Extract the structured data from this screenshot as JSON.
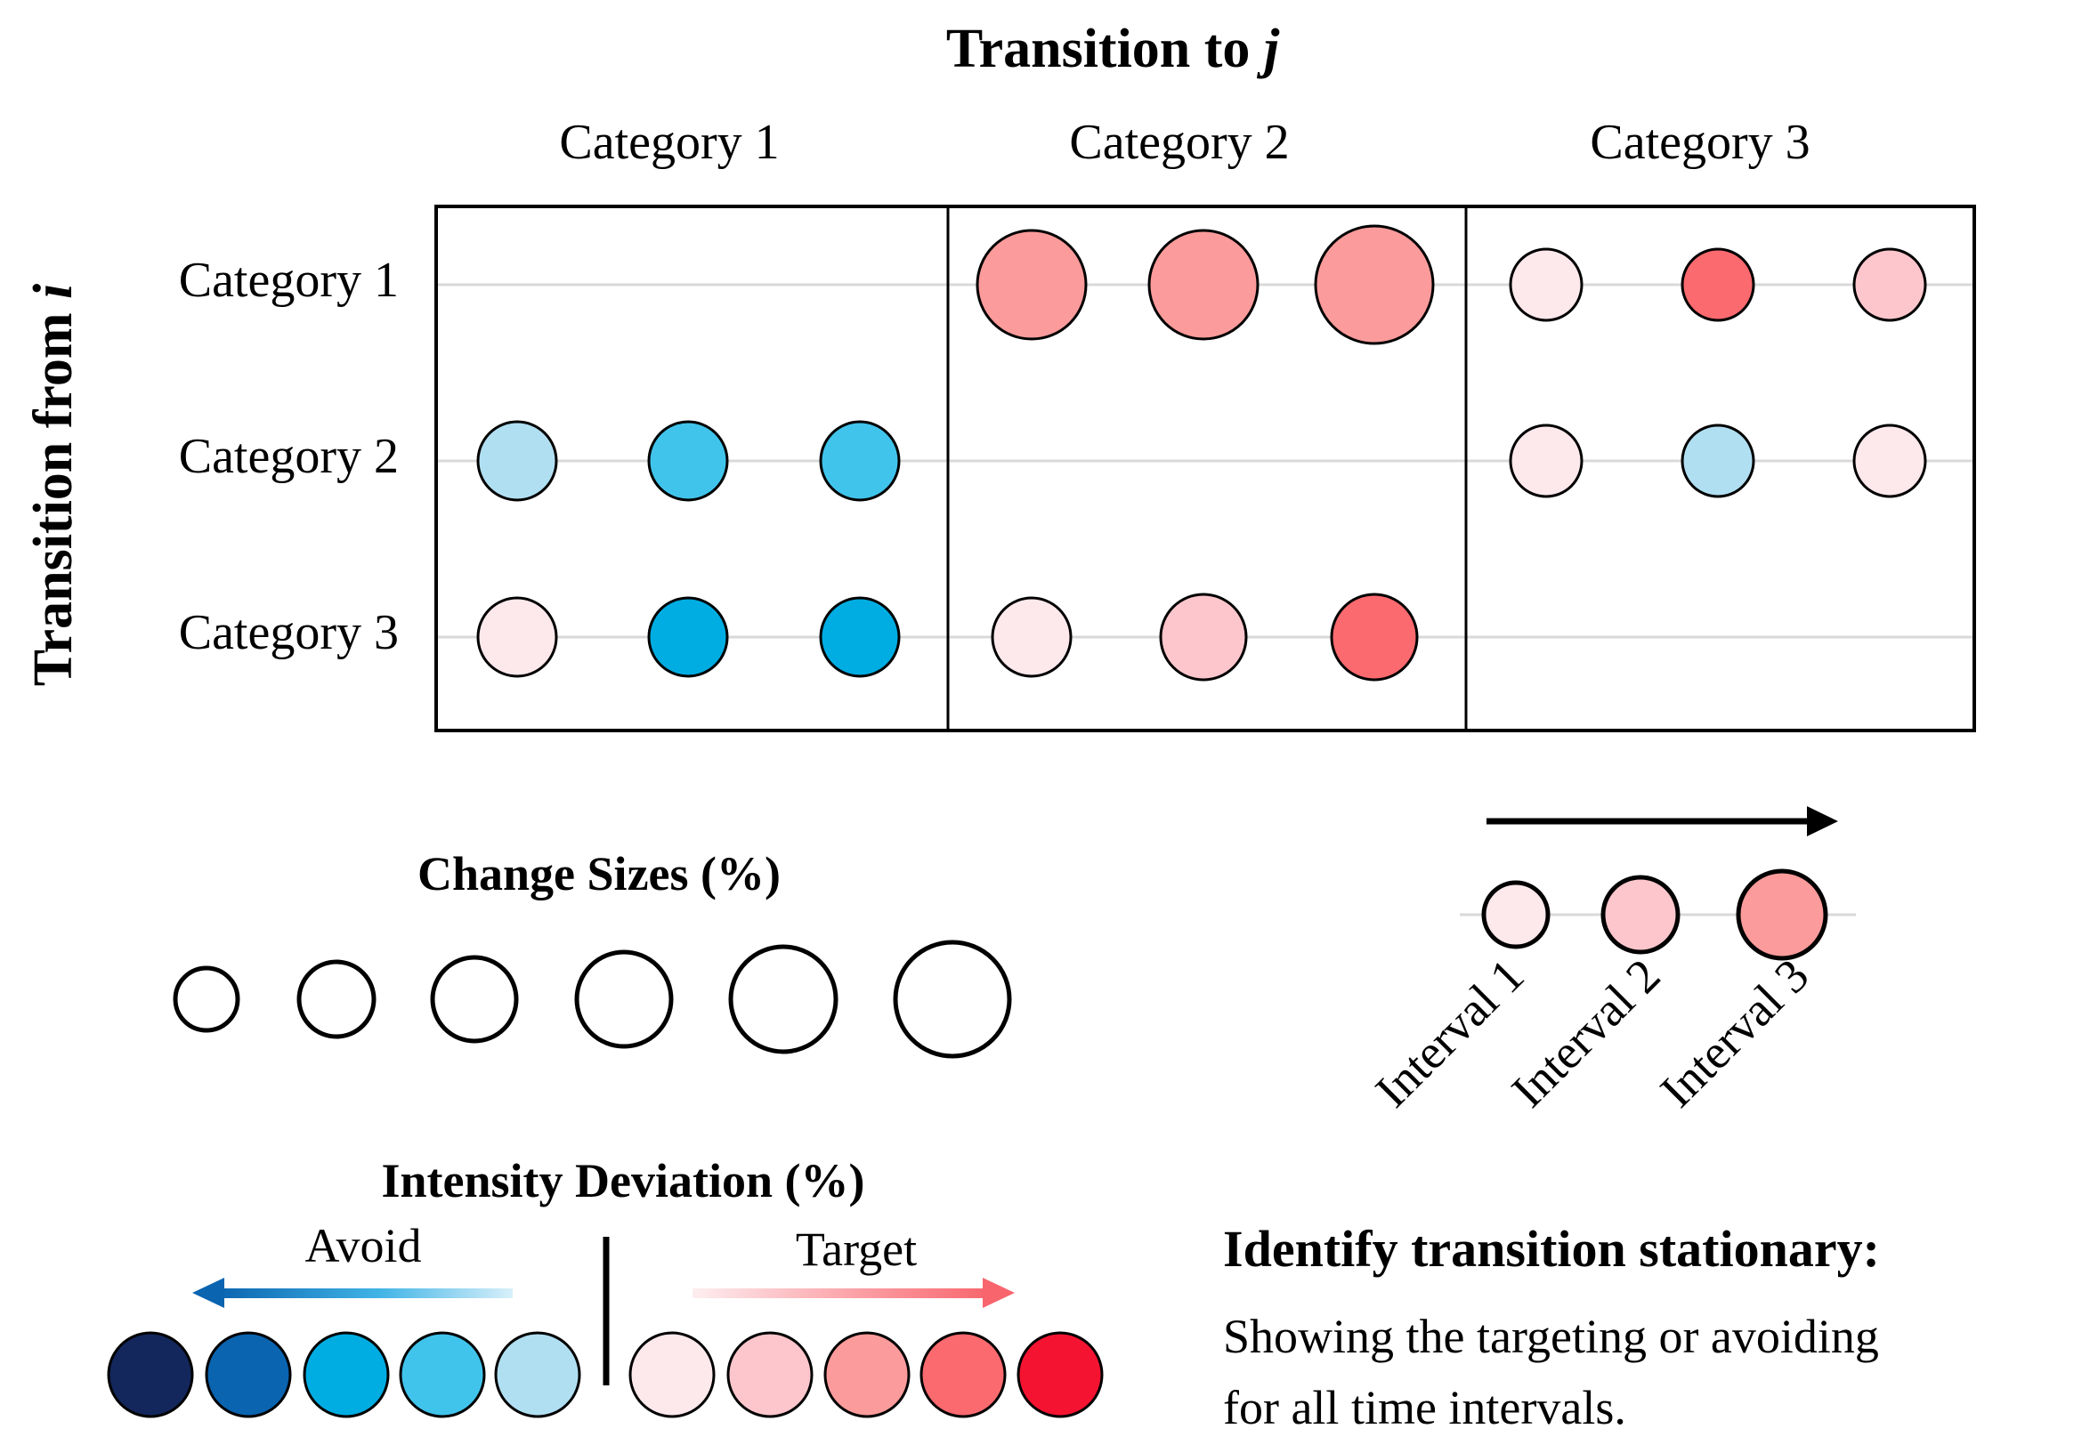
{
  "header": {
    "title_prefix": "Transition to ",
    "title_var": "j",
    "ylabel_prefix": "Transition from ",
    "ylabel_var": "i"
  },
  "categories": [
    "Category 1",
    "Category 2",
    "Category 3"
  ],
  "colors": {
    "blue_5": "#13275c",
    "blue_4": "#0a64b0",
    "blue_3": "#00ade2",
    "blue_2": "#41c4ec",
    "blue_1": "#b1dff2",
    "red_1": "#fde8ec",
    "red_2": "#fdc6cc",
    "red_3": "#fc9b9b",
    "red_4": "#fb6a6f",
    "red_5": "#f51332",
    "gridline": "#d9d9d9"
  },
  "matrix": {
    "cells": [
      {
        "from": 0,
        "to": 1,
        "circles": [
          {
            "interval": 1,
            "size": 5,
            "color": "red_3"
          },
          {
            "interval": 2,
            "size": 5,
            "color": "red_3"
          },
          {
            "interval": 3,
            "size": 6,
            "color": "red_3"
          }
        ]
      },
      {
        "from": 0,
        "to": 2,
        "circles": [
          {
            "interval": 1,
            "size": 2,
            "color": "red_1"
          },
          {
            "interval": 2,
            "size": 2,
            "color": "red_4"
          },
          {
            "interval": 3,
            "size": 2,
            "color": "red_2"
          }
        ]
      },
      {
        "from": 1,
        "to": 0,
        "circles": [
          {
            "interval": 1,
            "size": 3,
            "color": "blue_1"
          },
          {
            "interval": 2,
            "size": 3,
            "color": "blue_2"
          },
          {
            "interval": 3,
            "size": 3,
            "color": "blue_2"
          }
        ]
      },
      {
        "from": 1,
        "to": 2,
        "circles": [
          {
            "interval": 1,
            "size": 2,
            "color": "red_1"
          },
          {
            "interval": 2,
            "size": 2,
            "color": "blue_1"
          },
          {
            "interval": 3,
            "size": 2,
            "color": "red_1"
          }
        ]
      },
      {
        "from": 2,
        "to": 0,
        "circles": [
          {
            "interval": 1,
            "size": 3,
            "color": "red_1"
          },
          {
            "interval": 2,
            "size": 3,
            "color": "blue_3"
          },
          {
            "interval": 3,
            "size": 3,
            "color": "blue_3"
          }
        ]
      },
      {
        "from": 2,
        "to": 1,
        "circles": [
          {
            "interval": 1,
            "size": 3,
            "color": "red_1"
          },
          {
            "interval": 2,
            "size": 4,
            "color": "red_2"
          },
          {
            "interval": 3,
            "size": 4,
            "color": "red_4"
          }
        ]
      }
    ]
  },
  "size_legend": {
    "title": "Change Sizes (%)",
    "levels": [
      1,
      2,
      3,
      4,
      5,
      6
    ]
  },
  "intensity_legend": {
    "title": "Intensity Deviation (%)",
    "avoid_label": "Avoid",
    "target_label": "Target",
    "avoid_colors": [
      "blue_5",
      "blue_4",
      "blue_3",
      "blue_2",
      "blue_1"
    ],
    "target_colors": [
      "red_1",
      "red_2",
      "red_3",
      "red_4",
      "red_5"
    ]
  },
  "interval_legend": {
    "circles": [
      {
        "size": 2,
        "color": "red_1"
      },
      {
        "size": 3,
        "color": "red_2"
      },
      {
        "size": 4,
        "color": "red_3"
      }
    ],
    "labels": [
      "Interval 1",
      "Interval 2",
      "Interval 3"
    ]
  },
  "explanation": {
    "heading": "Identify transition stationary:",
    "line1": "Showing the targeting or avoiding",
    "line2": "for all time intervals."
  }
}
